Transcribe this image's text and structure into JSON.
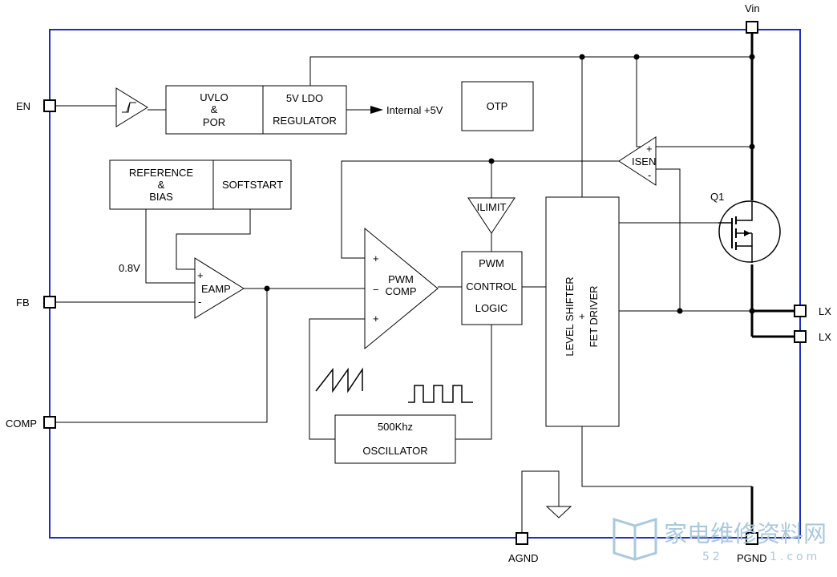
{
  "pins": {
    "vin": "Vin",
    "en": "EN",
    "fb": "FB",
    "comp": "COMP",
    "lx1": "LX",
    "lx2": "LX",
    "agnd": "AGND",
    "pgnd": "PGND"
  },
  "blocks": {
    "uvlo": [
      "UVLO",
      "&",
      "POR"
    ],
    "ldo": [
      "5V LDO",
      "REGULATOR"
    ],
    "internal": "Internal +5V",
    "otp": "OTP",
    "ref": [
      "REFERENCE",
      "&",
      "BIAS"
    ],
    "softstart": "SOFTSTART",
    "eamp": "EAMP",
    "vref": "0.8V",
    "pwmcomp": [
      "PWM",
      "COMP"
    ],
    "ilimit": "ILIMIT",
    "pwmlogic": [
      "PWM",
      "CONTROL",
      "LOGIC"
    ],
    "osc": [
      "500Khz",
      "OSCILLATOR"
    ],
    "levelshift": [
      "LEVEL SHIFTER",
      "+",
      "FET DRIVER"
    ],
    "isen": "ISEN",
    "q1": "Q1",
    "plus": "+",
    "minus": "-",
    "minus_long": "−"
  },
  "watermark": {
    "cn": "家电维修资料网",
    "url_prefix": "52",
    "url_suffix": "1.com"
  },
  "colors": {
    "border": "#1c2fbf",
    "watermark": "#a9c9df"
  }
}
